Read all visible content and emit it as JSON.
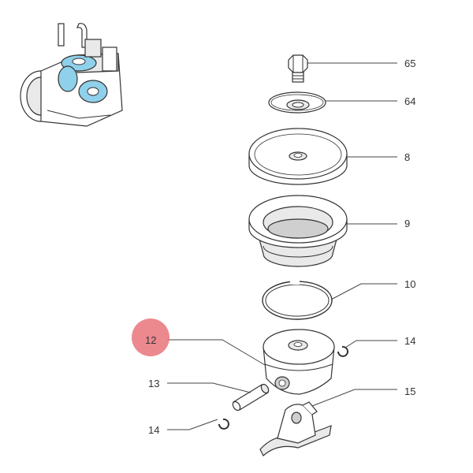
{
  "callouts": {
    "p65": "65",
    "p64": "64",
    "p8": "8",
    "p9": "9",
    "p10": "10",
    "p12": "12",
    "p13": "13",
    "p14_right": "14",
    "p15": "15",
    "p14_left": "14"
  },
  "highlight_color": "#e7747a",
  "thumbnail_highlight_color": "#8fd0ea"
}
